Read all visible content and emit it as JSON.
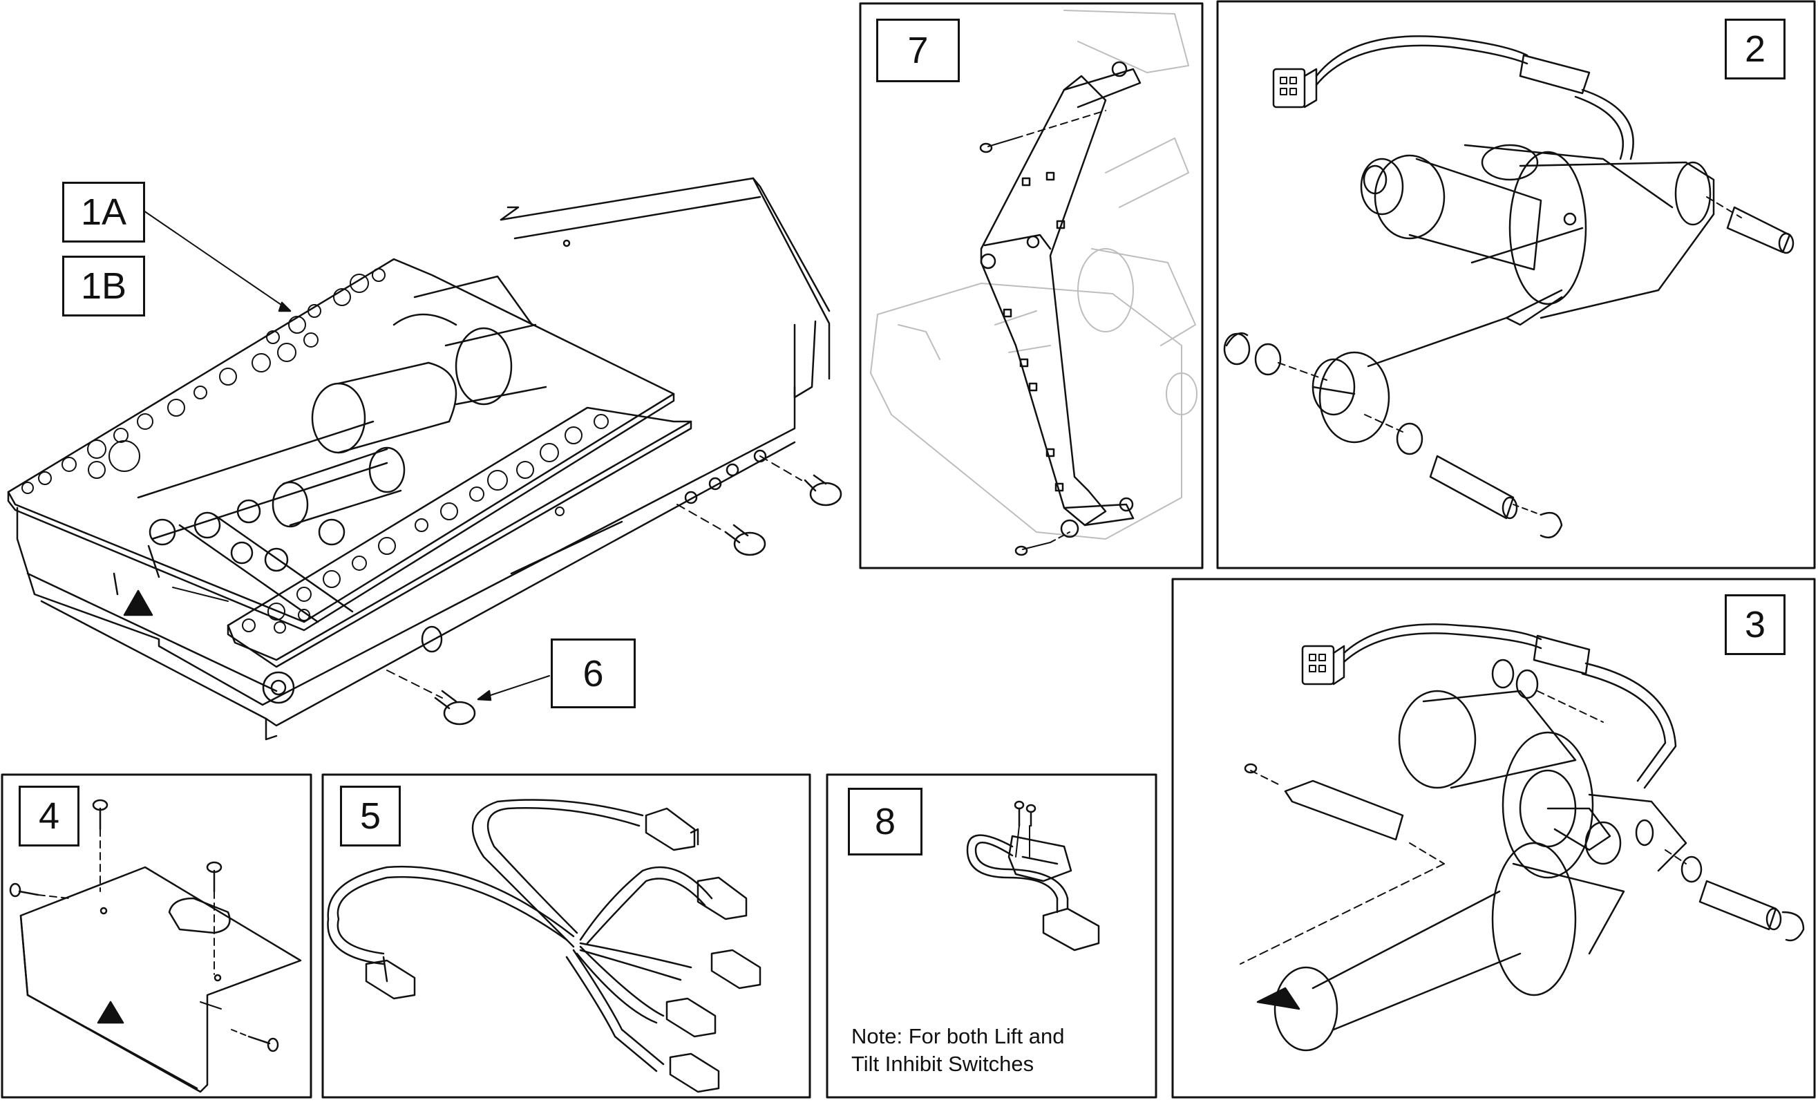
{
  "callouts": {
    "c1a": "1A",
    "c1b": "1B",
    "c2": "2",
    "c3": "3",
    "c4": "4",
    "c5": "5",
    "c6": "6",
    "c7": "7",
    "c8": "8"
  },
  "note": {
    "line1": "Note: For both Lift and",
    "line2": "Tilt Inhibit Switches"
  }
}
